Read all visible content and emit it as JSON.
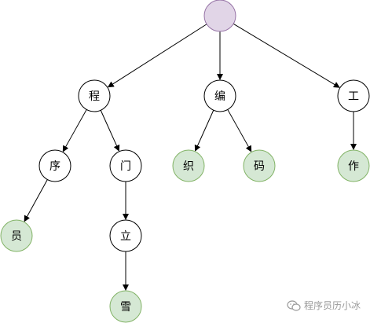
{
  "colors": {
    "root_fill": "#e1d5e7",
    "root_stroke": "#9673a6",
    "node_fill": "#ffffff",
    "node_stroke": "#000000",
    "leaf_fill": "#d5e8d4",
    "leaf_stroke": "#82b366",
    "edge": "#000000"
  },
  "nodes": [
    {
      "id": "root",
      "label": "",
      "kind": "root"
    },
    {
      "id": "cheng",
      "label": "程",
      "kind": "inner"
    },
    {
      "id": "bian",
      "label": "编",
      "kind": "inner"
    },
    {
      "id": "gong",
      "label": "工",
      "kind": "inner"
    },
    {
      "id": "xu",
      "label": "序",
      "kind": "inner"
    },
    {
      "id": "men",
      "label": "门",
      "kind": "inner"
    },
    {
      "id": "zhi",
      "label": "织",
      "kind": "leaf"
    },
    {
      "id": "ma",
      "label": "码",
      "kind": "leaf"
    },
    {
      "id": "zuo",
      "label": "作",
      "kind": "leaf"
    },
    {
      "id": "yuan",
      "label": "员",
      "kind": "leaf"
    },
    {
      "id": "li",
      "label": "立",
      "kind": "inner"
    },
    {
      "id": "xue",
      "label": "雪",
      "kind": "leaf"
    }
  ],
  "edges": [
    [
      "root",
      "cheng"
    ],
    [
      "root",
      "bian"
    ],
    [
      "root",
      "gong"
    ],
    [
      "cheng",
      "xu"
    ],
    [
      "cheng",
      "men"
    ],
    [
      "bian",
      "zhi"
    ],
    [
      "bian",
      "ma"
    ],
    [
      "gong",
      "zuo"
    ],
    [
      "xu",
      "yuan"
    ],
    [
      "men",
      "li"
    ],
    [
      "li",
      "xue"
    ]
  ],
  "watermark": {
    "text": "程序员历小冰",
    "icon": "wechat-icon"
  }
}
